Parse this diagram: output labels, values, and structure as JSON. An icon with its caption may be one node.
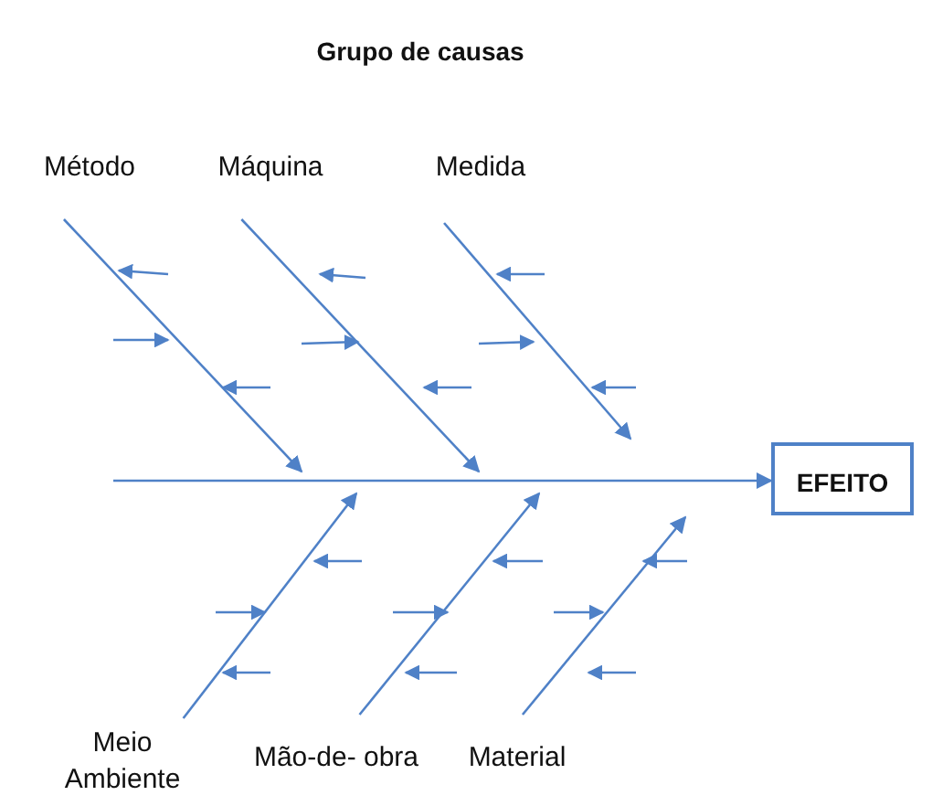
{
  "diagram": {
    "title": "Grupo de causas",
    "nodes": [
      {
        "text": [
          "Método"
        ]
      },
      {
        "text": [
          "Máquina"
        ]
      },
      {
        "text": [
          "Medida"
        ]
      },
      {
        "text": [
          "Meio Ambiente"
        ]
      },
      {
        "text": [
          "Mão-de- obra"
        ]
      },
      {
        "text": [
          "Material"
        ]
      },
      {
        "text": [
          "EFEITO"
        ]
      }
    ],
    "edges": [
      {
        "from": 0,
        "to": null,
        "arrow": "to"
      },
      {
        "from": 1,
        "to": null,
        "arrow": "to"
      },
      {
        "from": 2,
        "to": null,
        "arrow": "to"
      },
      {
        "from": 3,
        "to": null,
        "arrow": "to"
      },
      {
        "from": 4,
        "to": null,
        "arrow": "to"
      },
      {
        "from": 5,
        "to": null,
        "arrow": "to"
      },
      {
        "from": null,
        "to": 6,
        "arrow": "to"
      }
    ]
  }
}
